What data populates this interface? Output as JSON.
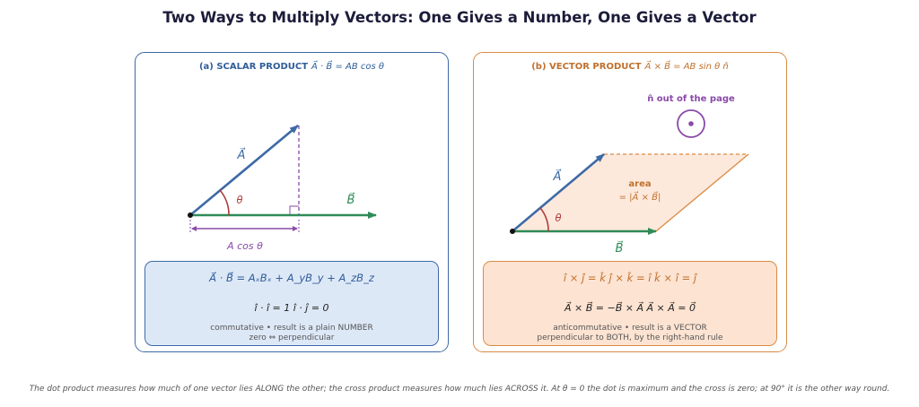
{
  "title": "Two Ways to Multiply Vectors: One Gives a Number, One Gives a Vector",
  "panel_a": {
    "heading": "(a)  SCALAR PRODUCT",
    "heading_formula": "A⃗ · B⃗ = AB cos θ",
    "label_A": "A⃗",
    "label_B": "B⃗",
    "label_theta": "θ",
    "label_projection": "A cos θ",
    "formula_main": "A⃗ · B⃗ = AₓBₓ + A_yB_y + A_zB_z",
    "formula_units": "î · î = 1        î · ĵ = 0",
    "note_1": "commutative  •  result is a plain NUMBER",
    "note_2": "zero ⇔ perpendicular"
  },
  "panel_b": {
    "heading": "(b)  VECTOR PRODUCT",
    "heading_formula": "A⃗ × B⃗ = AB sin θ n̂",
    "label_n": "n̂  out of the page",
    "label_A": "A⃗",
    "label_B": "B⃗",
    "label_theta": "θ",
    "label_area": "area",
    "label_area_formula": "= |A⃗ × B⃗|",
    "formula_units": "î × ĵ = k̂    ĵ × k̂ = î    k̂ × î = ĵ",
    "formula_main": "A⃗ × B⃗ = −B⃗ × A⃗        A⃗ × A⃗ = 0⃗",
    "note_1": "anticommutative  •  result is a VECTOR",
    "note_2": "perpendicular to BOTH, by the right-hand rule"
  },
  "caption": "The dot product measures how much of one vector lies ALONG the other; the cross product measures how much lies ACROSS it. At θ = 0 the dot is maximum and the cross is zero; at 90° it is the other way round.",
  "colors": {
    "vector_A": "#3d6aa6",
    "vector_B": "#2e8b57",
    "angle": "#b03a3a",
    "projection": "#8a4aa8",
    "panel_a_border": "#3d6aa6",
    "panel_b_border": "#d98b45",
    "parallelogram_fill": "#fde9dc"
  }
}
